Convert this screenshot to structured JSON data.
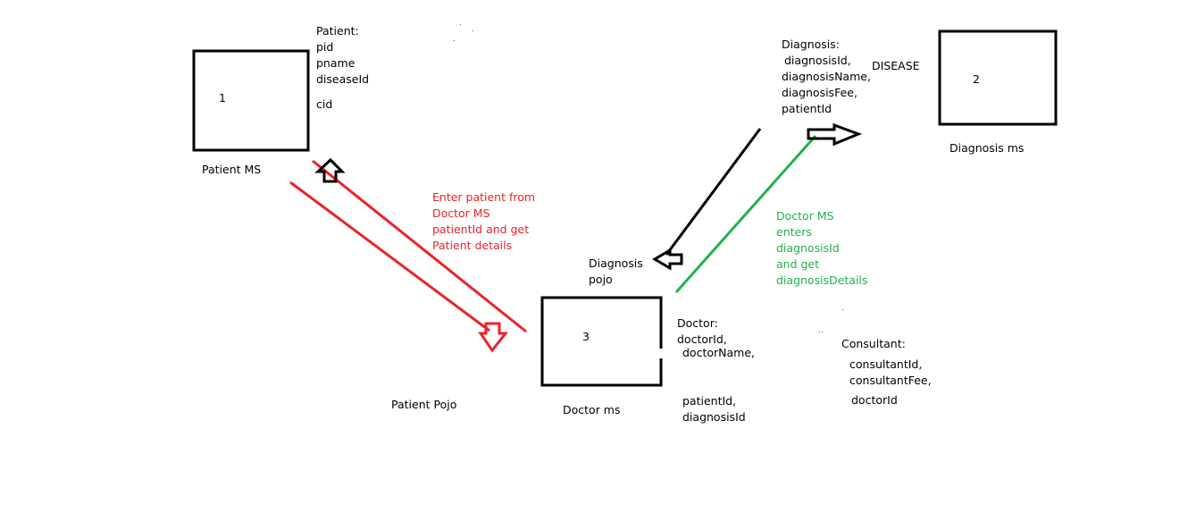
{
  "colors": {
    "red": "#e8242b",
    "green": "#22b14c",
    "black": "#000000"
  },
  "boxes": {
    "patient": {
      "number": "1",
      "caption": "Patient MS"
    },
    "diagnosis": {
      "number": "2",
      "caption": "Diagnosis ms"
    },
    "doctor": {
      "number": "3",
      "caption": "Doctor ms"
    }
  },
  "patient_fields": {
    "title": "Patient:",
    "items": [
      "pid",
      "pname",
      "diseaseId",
      "cid"
    ]
  },
  "diagnosis_fields": {
    "title": "Diagnosis:",
    "items": [
      "diagnosisId,",
      "diagnosisName,",
      "diagnosisFee,",
      "patientId"
    ],
    "extra": "DISEASE"
  },
  "doctor_fields": {
    "title": "Doctor:",
    "items": [
      "doctorId,",
      "doctorName,",
      "patientId,",
      "diagnosisId"
    ]
  },
  "consultant_fields": {
    "title": "Consultant:",
    "items": [
      "consultantId,",
      "consultantFee,",
      "doctorId"
    ]
  },
  "annotations": {
    "red_note": [
      "Enter patient from",
      "Doctor MS",
      "patientId and get",
      "Patient details"
    ],
    "green_note": [
      "Doctor MS",
      "enters",
      "diagnosisId",
      "and get",
      "diagnosisDetails"
    ],
    "diagnosis_pojo": [
      "Diagnosis",
      "pojo"
    ],
    "patient_pojo": "Patient Pojo"
  }
}
